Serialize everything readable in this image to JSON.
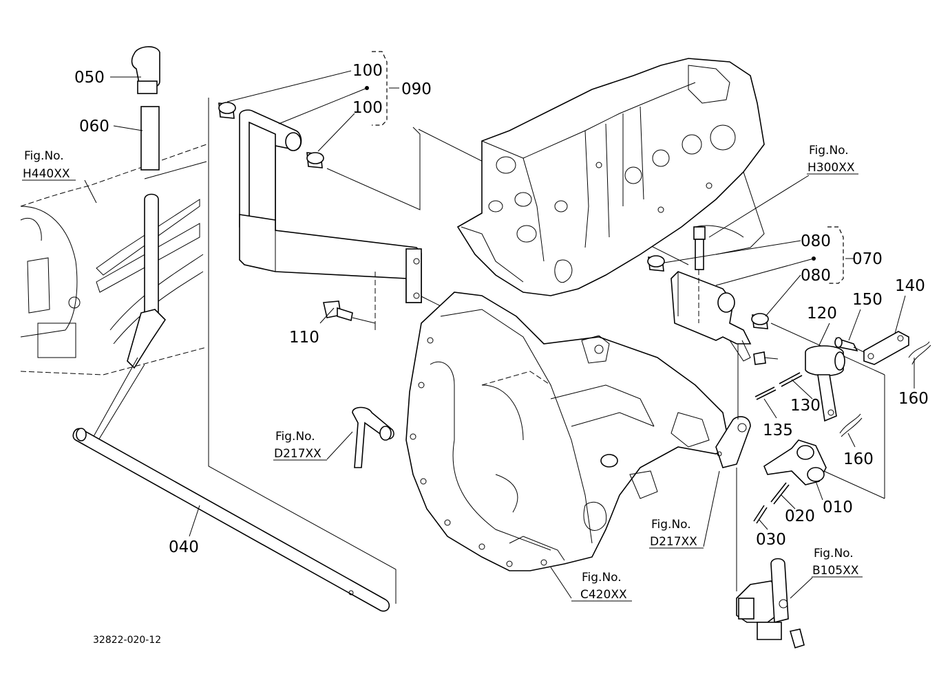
{
  "diagram_id": "32822-020-12",
  "callouts": {
    "c010": "010",
    "c020": "020",
    "c030": "030",
    "c040": "040",
    "c050": "050",
    "c060": "060",
    "c070": "070",
    "c080a": "080",
    "c080b": "080",
    "c090": "090",
    "c100a": "100",
    "c100b": "100",
    "c110": "110",
    "c120": "120",
    "c130": "130",
    "c135": "135",
    "c140": "140",
    "c150": "150",
    "c160a": "160",
    "c160b": "160"
  },
  "figure_refs": {
    "h440": {
      "prefix": "Fig.No.",
      "code": "H440XX"
    },
    "h300": {
      "prefix": "Fig.No.",
      "code": "H300XX"
    },
    "d217a": {
      "prefix": "Fig.No.",
      "code": "D217XX"
    },
    "d217b": {
      "prefix": "Fig.No.",
      "code": "D217XX"
    },
    "c420": {
      "prefix": "Fig.No.",
      "code": "C420XX"
    },
    "b105": {
      "prefix": "Fig.No.",
      "code": "B105XX"
    }
  }
}
